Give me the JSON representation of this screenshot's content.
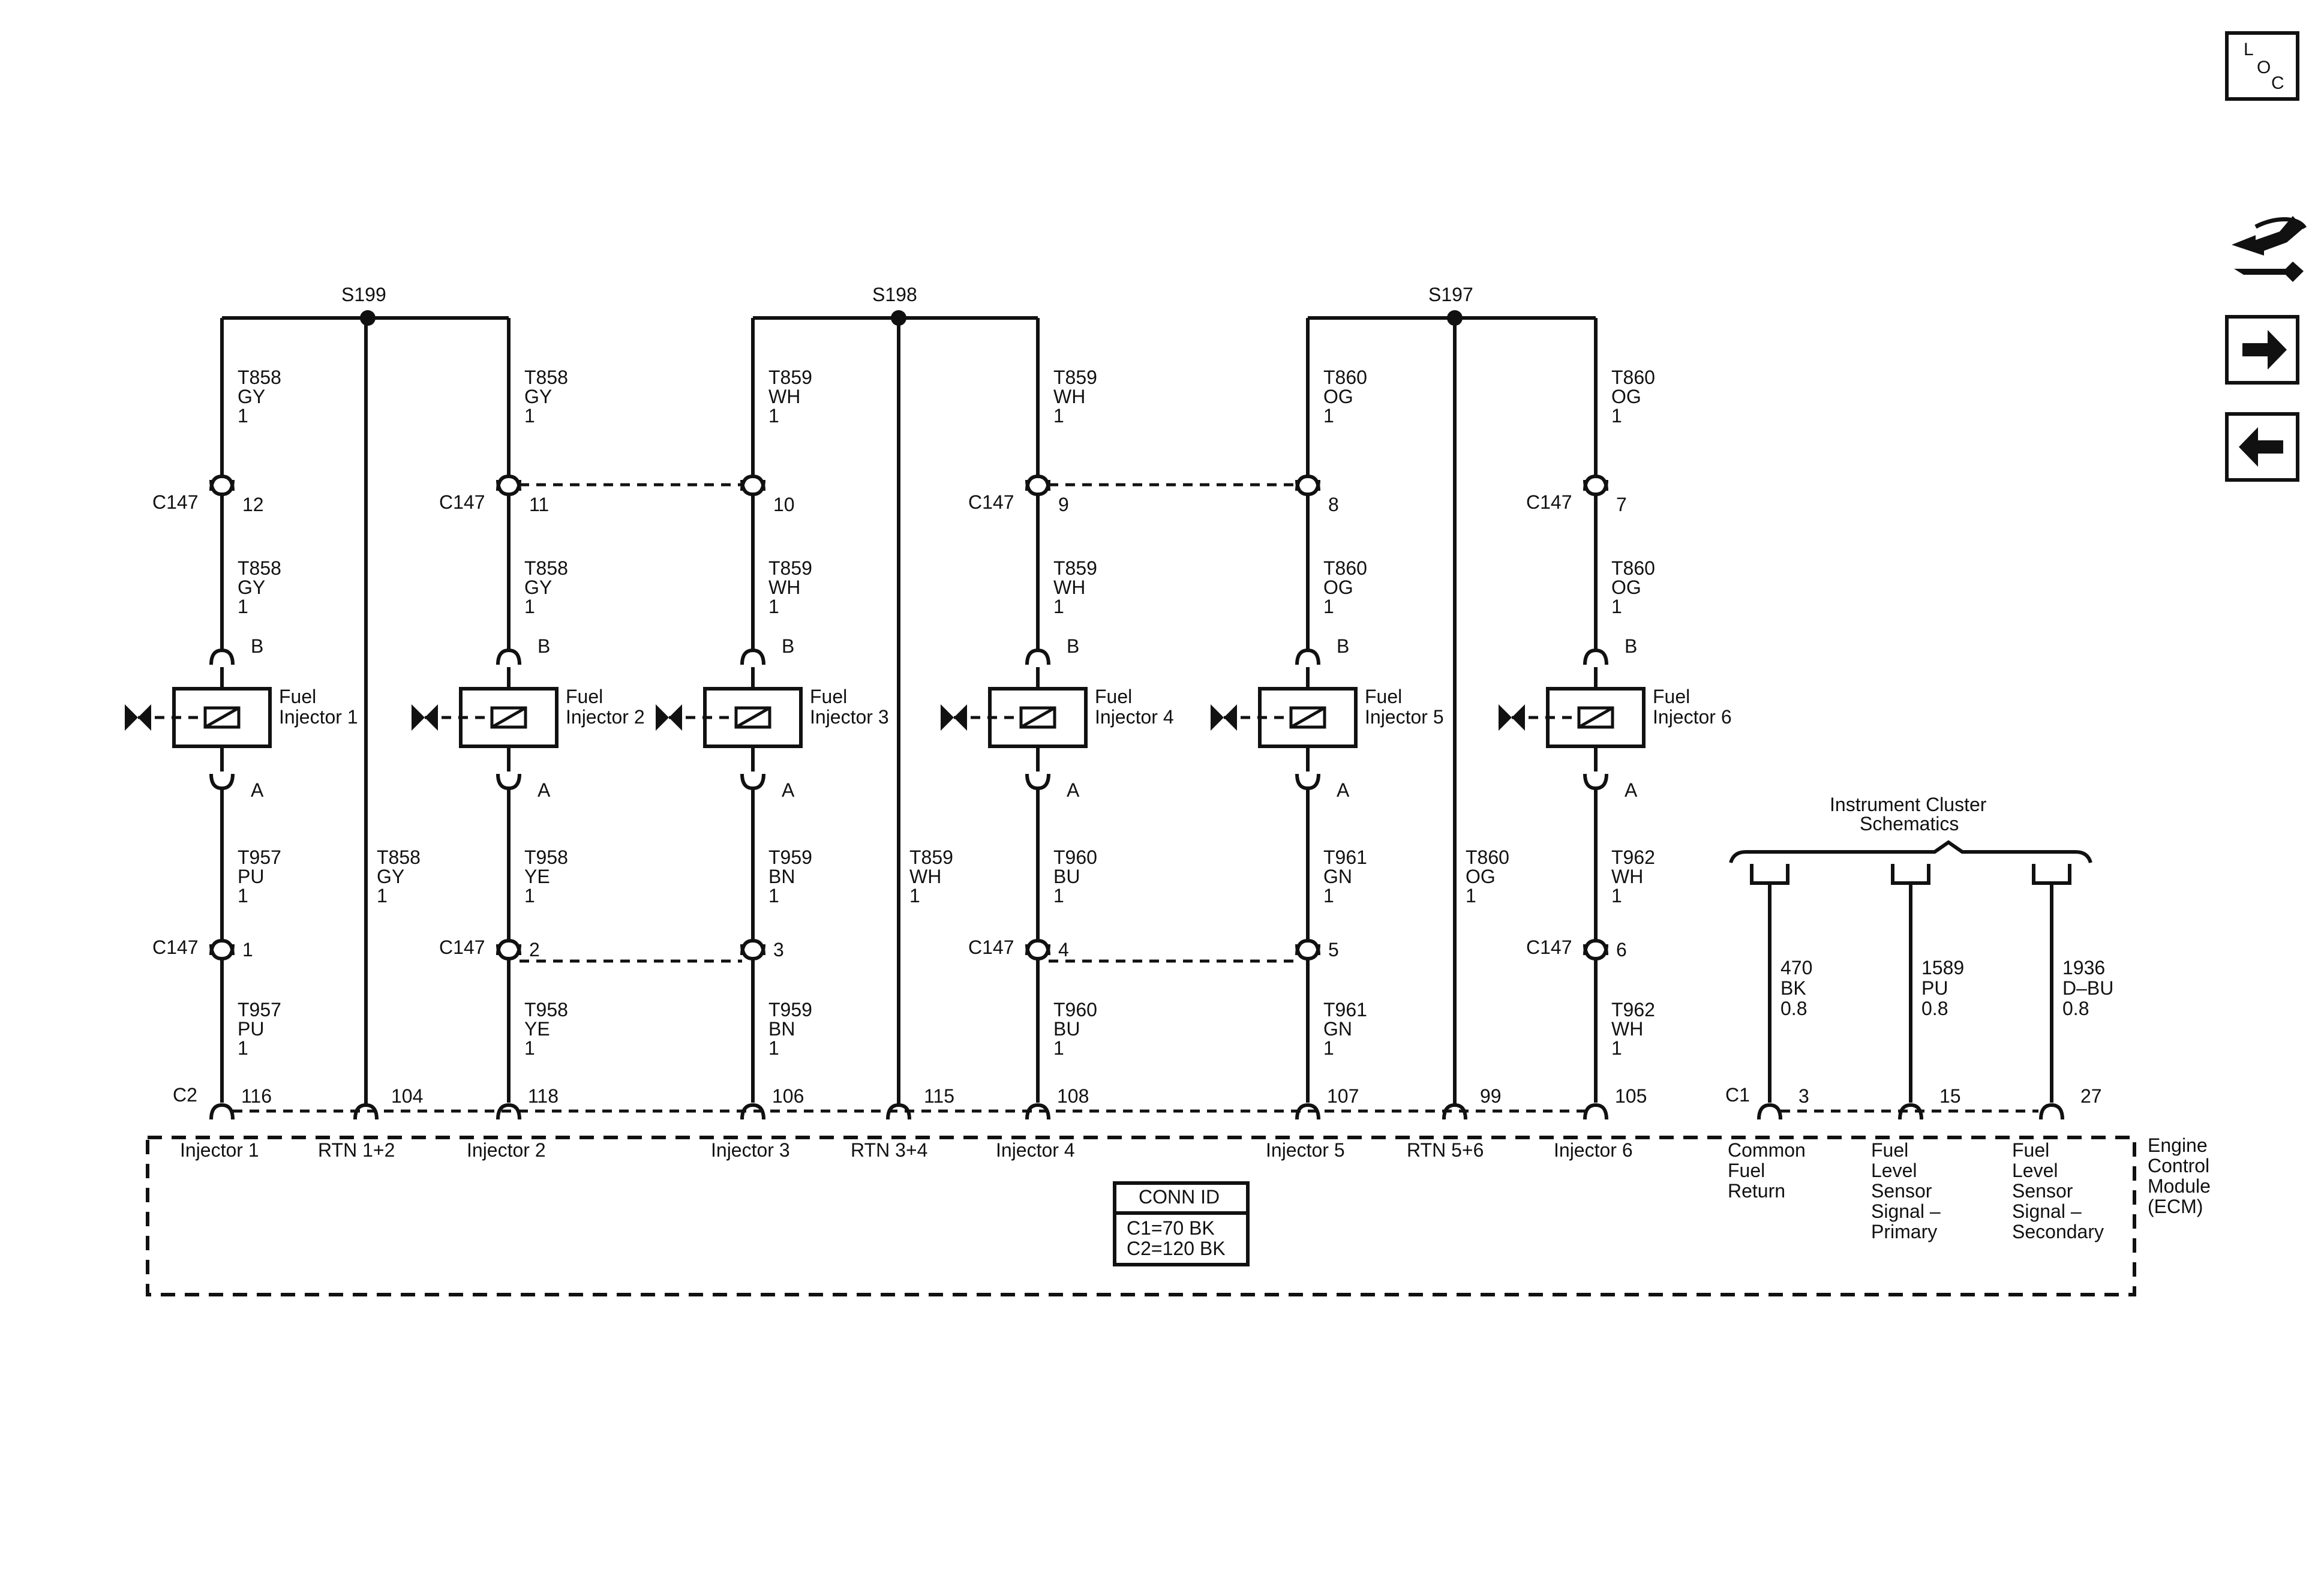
{
  "nav": {
    "loc_letters": [
      "L",
      "O",
      "C"
    ],
    "icons": [
      "loc-icon",
      "tools-icon",
      "arrow-right-icon",
      "arrow-left-icon"
    ]
  },
  "splices": [
    {
      "name": "S199"
    },
    {
      "name": "S198"
    },
    {
      "name": "S197"
    }
  ],
  "columns": [
    {
      "id": "inj1",
      "top_wire": [
        "T858",
        "GY",
        "1"
      ],
      "c147_top": "12",
      "c147_top_label": "C147",
      "mid_wire": [
        "T858",
        "GY",
        "1"
      ],
      "pin_b": "B",
      "injector": [
        "Fuel",
        "Injector 1"
      ],
      "pin_a": "A",
      "low_wire": [
        "T957",
        "PU",
        "1"
      ],
      "c147_low": "1",
      "c147_low_label": "C147",
      "bot_wire": [
        "T957",
        "PU",
        "1"
      ],
      "ecm_pin": "116",
      "ecm_conn": "C2",
      "ecm_label": "Injector 1"
    },
    {
      "id": "rtn12",
      "rtn_wire": [
        "T858",
        "GY",
        "1"
      ],
      "ecm_pin": "104",
      "ecm_label": "RTN 1+2"
    },
    {
      "id": "inj2",
      "top_wire": [
        "T858",
        "GY",
        "1"
      ],
      "c147_top": "11",
      "c147_top_label": "C147",
      "mid_wire": [
        "T858",
        "GY",
        "1"
      ],
      "pin_b": "B",
      "injector": [
        "Fuel",
        "Injector 2"
      ],
      "pin_a": "A",
      "low_wire": [
        "T958",
        "YE",
        "1"
      ],
      "c147_low": "2",
      "c147_low_label": "C147",
      "bot_wire": [
        "T958",
        "YE",
        "1"
      ],
      "ecm_pin": "118",
      "ecm_label": "Injector 2"
    },
    {
      "id": "inj3",
      "top_wire": [
        "T859",
        "WH",
        "1"
      ],
      "c147_top": "10",
      "mid_wire": [
        "T859",
        "WH",
        "1"
      ],
      "pin_b": "B",
      "injector": [
        "Fuel",
        "Injector 3"
      ],
      "pin_a": "A",
      "low_wire": [
        "T959",
        "BN",
        "1"
      ],
      "c147_low": "3",
      "bot_wire": [
        "T959",
        "BN",
        "1"
      ],
      "ecm_pin": "106",
      "ecm_label": "Injector 3"
    },
    {
      "id": "rtn34",
      "rtn_wire": [
        "T859",
        "WH",
        "1"
      ],
      "ecm_pin": "115",
      "ecm_label": "RTN 3+4"
    },
    {
      "id": "inj4",
      "top_wire": [
        "T859",
        "WH",
        "1"
      ],
      "c147_top": "9",
      "c147_top_label": "C147",
      "mid_wire": [
        "T859",
        "WH",
        "1"
      ],
      "pin_b": "B",
      "injector": [
        "Fuel",
        "Injector 4"
      ],
      "pin_a": "A",
      "low_wire": [
        "T960",
        "BU",
        "1"
      ],
      "c147_low": "4",
      "c147_low_label": "C147",
      "bot_wire": [
        "T960",
        "BU",
        "1"
      ],
      "ecm_pin": "108",
      "ecm_label": "Injector 4"
    },
    {
      "id": "inj5",
      "top_wire": [
        "T860",
        "OG",
        "1"
      ],
      "c147_top": "8",
      "mid_wire": [
        "T860",
        "OG",
        "1"
      ],
      "pin_b": "B",
      "injector": [
        "Fuel",
        "Injector 5"
      ],
      "pin_a": "A",
      "low_wire": [
        "T961",
        "GN",
        "1"
      ],
      "c147_low": "5",
      "bot_wire": [
        "T961",
        "GN",
        "1"
      ],
      "ecm_pin": "107",
      "ecm_label": "Injector 5"
    },
    {
      "id": "rtn56",
      "rtn_wire": [
        "T860",
        "OG",
        "1"
      ],
      "ecm_pin": "99",
      "ecm_label": "RTN 5+6"
    },
    {
      "id": "inj6",
      "top_wire": [
        "T860",
        "OG",
        "1"
      ],
      "c147_top": "7",
      "c147_top_label": "C147",
      "mid_wire": [
        "T860",
        "OG",
        "1"
      ],
      "pin_b": "B",
      "injector": [
        "Fuel",
        "Injector 6"
      ],
      "pin_a": "A",
      "low_wire": [
        "T962",
        "WH",
        "1"
      ],
      "c147_low": "6",
      "c147_low_label": "C147",
      "bot_wire": [
        "T962",
        "WH",
        "1"
      ],
      "ecm_pin": "105",
      "ecm_label": "Injector 6"
    }
  ],
  "cluster": {
    "title": [
      "Instrument Cluster",
      "Schematics"
    ],
    "ecm_conn": "C1",
    "wires": [
      {
        "wire": [
          "470",
          "BK",
          "0.8"
        ],
        "ecm_pin": "3",
        "ecm_label": [
          "Common",
          "Fuel",
          "Return"
        ]
      },
      {
        "wire": [
          "1589",
          "PU",
          "0.8"
        ],
        "ecm_pin": "15",
        "ecm_label": [
          "Fuel",
          "Level",
          "Sensor",
          "Signal –",
          "Primary"
        ]
      },
      {
        "wire": [
          "1936",
          "D–BU",
          "0.8"
        ],
        "ecm_pin": "27",
        "ecm_label": [
          "Fuel",
          "Level",
          "Sensor",
          "Signal –",
          "Secondary"
        ]
      }
    ]
  },
  "ecm": {
    "name": [
      "Engine",
      "Control",
      "Module",
      "(ECM)"
    ],
    "conn_id_title": "CONN ID",
    "conn_id_lines": [
      "C1=70 BK",
      "C2=120 BK"
    ]
  }
}
